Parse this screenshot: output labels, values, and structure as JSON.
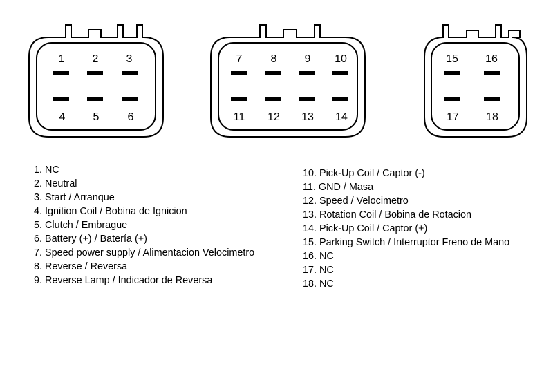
{
  "colors": {
    "stroke": "#000000",
    "background": "#ffffff"
  },
  "connectors": [
    {
      "id": "connector-a",
      "top_pins": [
        "1",
        "2",
        "3"
      ],
      "bottom_pins": [
        "4",
        "5",
        "6"
      ]
    },
    {
      "id": "connector-b",
      "top_pins": [
        "7",
        "8",
        "9",
        "10"
      ],
      "bottom_pins": [
        "11",
        "12",
        "13",
        "14"
      ]
    },
    {
      "id": "connector-c",
      "top_pins": [
        "15",
        "16"
      ],
      "bottom_pins": [
        "17",
        "18"
      ]
    }
  ],
  "legend_left": [
    "1. NC",
    "2. Neutral",
    "3. Start / Arranque",
    "4. Ignition Coil / Bobina de Ignicion",
    "5. Clutch / Embrague",
    "6. Battery (+) / Batería (+)",
    "7. Speed power supply / Alimentacion Velocimetro",
    "8. Reverse / Reversa",
    "9. Reverse Lamp / Indicador de Reversa"
  ],
  "legend_right": [
    "10. Pick-Up Coil / Captor (-)",
    "11. GND / Masa",
    "12. Speed / Velocimetro",
    "13. Rotation Coil / Bobina de Rotacion",
    "14. Pick-Up Coil / Captor (+)",
    "15. Parking Switch / Interruptor Freno de Mano",
    "16. NC",
    "17. NC",
    "18. NC"
  ]
}
